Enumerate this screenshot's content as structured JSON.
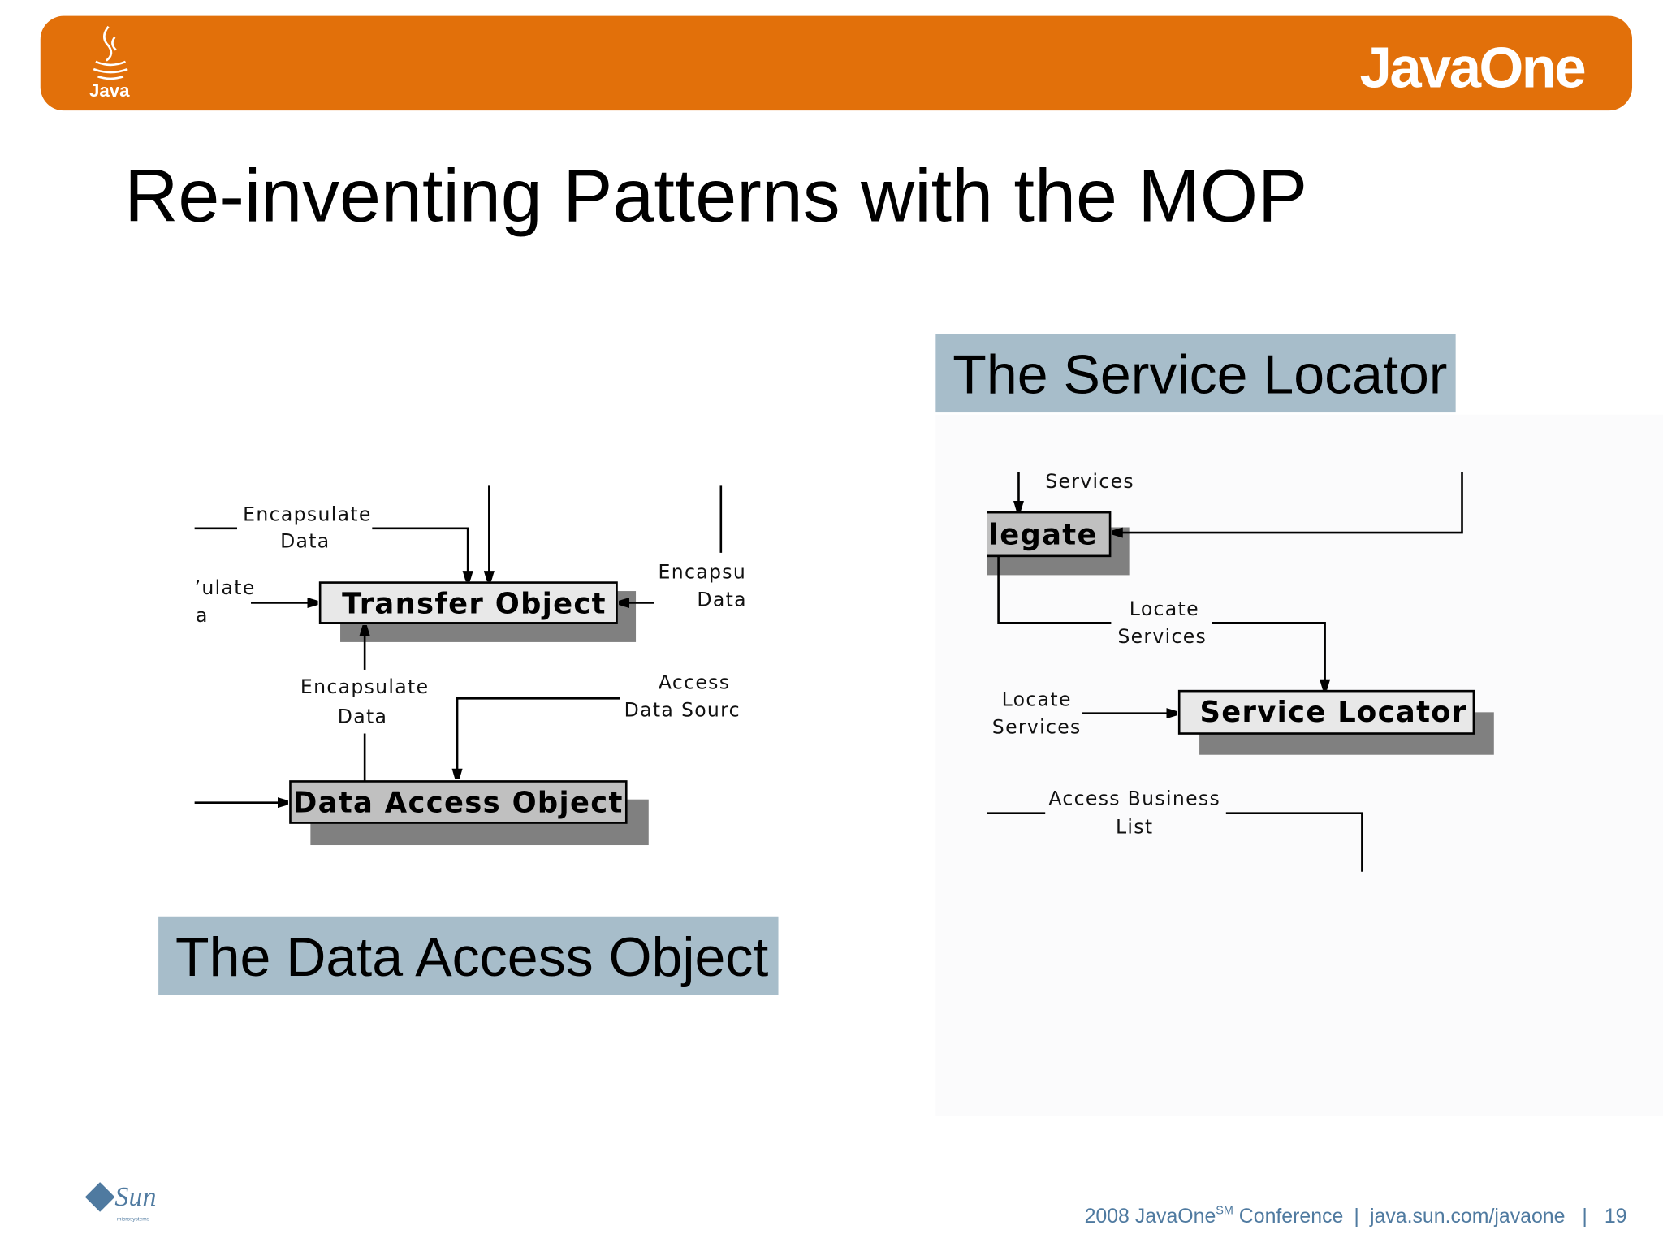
{
  "header": {
    "java_logo_text": "Java",
    "brand_logo_text": "JavaOne",
    "brand_color": "#e2700a"
  },
  "slide": {
    "title": "Re-inventing Patterns with the MOP"
  },
  "dao_diagram": {
    "caption": "The Data Access Object",
    "boxes": {
      "transfer_object": "Transfer Object",
      "data_access_object": "Data Access Object"
    },
    "labels": {
      "top_left_1": "Encapsulate",
      "top_left_2": "Data",
      "left_1": "’ulate",
      "left_2": "a",
      "right_1": "Encapsu",
      "right_2": "Data",
      "middle_1": "Encapsulate",
      "middle_2": "Data",
      "access_1": "Access",
      "access_2": "Data Sourc"
    }
  },
  "service_locator_diagram": {
    "caption": "The Service Locator",
    "boxes": {
      "delegate": "legate",
      "service_locator": "Service Locator"
    },
    "labels": {
      "services_top": "Services",
      "locate_1": "Locate",
      "locate_2": "Services",
      "locate_left_1": "Locate",
      "locate_left_2": "Services",
      "access_1": "Access Business",
      "access_2": "List"
    }
  },
  "caption_bg_color": "#a7bdca",
  "footer": {
    "sun_logo_text": "Sun",
    "sun_logo_sub": "microsystems",
    "conference": "2008 JavaOne",
    "sm_mark": "SM",
    "conference_suffix": " Conference",
    "separator": "|",
    "url": "java.sun.com/javaone",
    "page_number": "19"
  }
}
